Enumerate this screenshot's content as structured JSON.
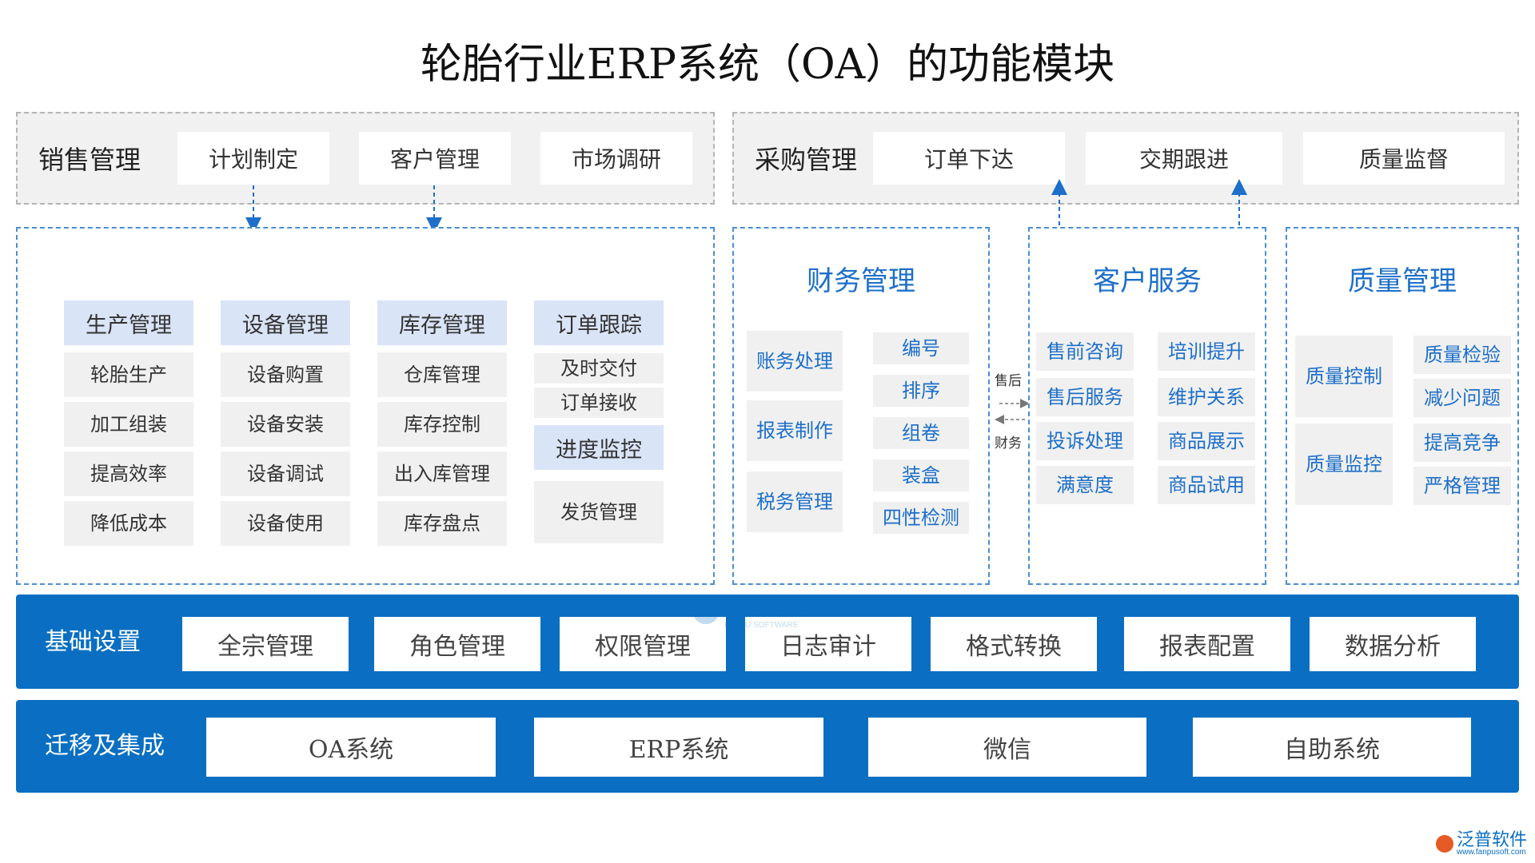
{
  "title": "轮胎行业ERP系统（OA）的功能模块",
  "sales": {
    "label": "销售管理",
    "items": [
      "计划制定",
      "客户管理",
      "市场调研"
    ]
  },
  "purchase": {
    "label": "采购管理",
    "items": [
      "订单下达",
      "交期跟进",
      "质量监督"
    ]
  },
  "production": {
    "header": "生产管理",
    "items": [
      "轮胎生产",
      "加工组装",
      "提高效率",
      "降低成本"
    ]
  },
  "equipment": {
    "header": "设备管理",
    "items": [
      "设备购置",
      "设备安装",
      "设备调试",
      "设备使用"
    ]
  },
  "inventory": {
    "header": "库存管理",
    "items": [
      "仓库管理",
      "库存控制",
      "出入库管理",
      "库存盘点"
    ]
  },
  "order": {
    "header": "订单跟踪",
    "items": [
      "及时交付",
      "订单接收"
    ],
    "header2": "进度监控",
    "item3": "发货管理"
  },
  "finance": {
    "title": "财务管理",
    "left": [
      "账务处理",
      "报表制作",
      "税务管理"
    ],
    "right": [
      "编号",
      "排序",
      "组卷",
      "装盒",
      "四性检测"
    ]
  },
  "arrows": {
    "top": "售后",
    "bottom": "财务"
  },
  "customer": {
    "title": "客户服务",
    "left": [
      "售前咨询",
      "售后服务",
      "投诉处理",
      "满意度"
    ],
    "right": [
      "培训提升",
      "维护关系",
      "商品展示",
      "商品试用"
    ]
  },
  "quality": {
    "title": "质量管理",
    "left": [
      "质量控制",
      "质量监控"
    ],
    "right": [
      "质量检验",
      "减少问题",
      "提高竞争",
      "严格管理"
    ]
  },
  "basic": {
    "label": "基础设置",
    "items": [
      "全宗管理",
      "角色管理",
      "权限管理",
      "日志审计",
      "格式转换",
      "报表配置",
      "数据分析"
    ]
  },
  "migration": {
    "label": "迁移及集成",
    "items": [
      "OA系统",
      "ERP系统",
      "微信",
      "自助系统"
    ]
  },
  "watermark": {
    "center": "泛普软件",
    "center_sub": "FANPU SOFTWARE",
    "corner": "泛普软件",
    "corner_url": "www.fanpusoft.com"
  },
  "colors": {
    "accent": "#1d6fc9",
    "band": "#0a6fc2",
    "header_fill": "#dae4f7",
    "dash_blue": "#4a8fd3"
  }
}
